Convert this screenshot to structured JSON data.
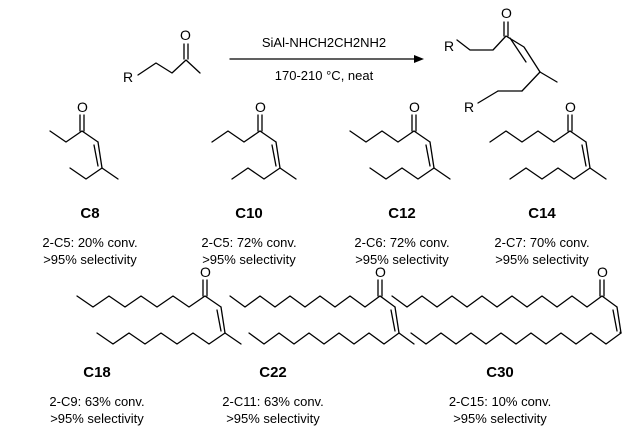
{
  "reaction": {
    "reagent": "SiAl-NHCH2CH2NH2",
    "conditions": "170-210 °C, neat",
    "reactant": {
      "r_label": "R",
      "o_label": "O"
    },
    "product": {
      "r_label_1": "R",
      "r_label_2": "R",
      "o_label": "O"
    }
  },
  "compounds": [
    {
      "label": "C8",
      "conversion": "2-C5: 20% conv.",
      "selectivity": ">95% selectivity",
      "o_label": "O"
    },
    {
      "label": "C10",
      "conversion": "2-C5: 72% conv.",
      "selectivity": ">95% selectivity",
      "o_label": "O"
    },
    {
      "label": "C12",
      "conversion": "2-C6: 72% conv.",
      "selectivity": ">95% selectivity",
      "o_label": "O"
    },
    {
      "label": "C14",
      "conversion": "2-C7: 70% conv.",
      "selectivity": ">95% selectivity",
      "o_label": "O"
    },
    {
      "label": "C18",
      "conversion": "2-C9: 63% conv.",
      "selectivity": ">95% selectivity",
      "o_label": "O"
    },
    {
      "label": "C22",
      "conversion": "2-C11: 63% conv.",
      "selectivity": ">95% selectivity",
      "o_label": "O"
    },
    {
      "label": "C30",
      "conversion": "2-C15: 10% conv.",
      "selectivity": ">95% selectivity",
      "o_label": "O"
    }
  ]
}
